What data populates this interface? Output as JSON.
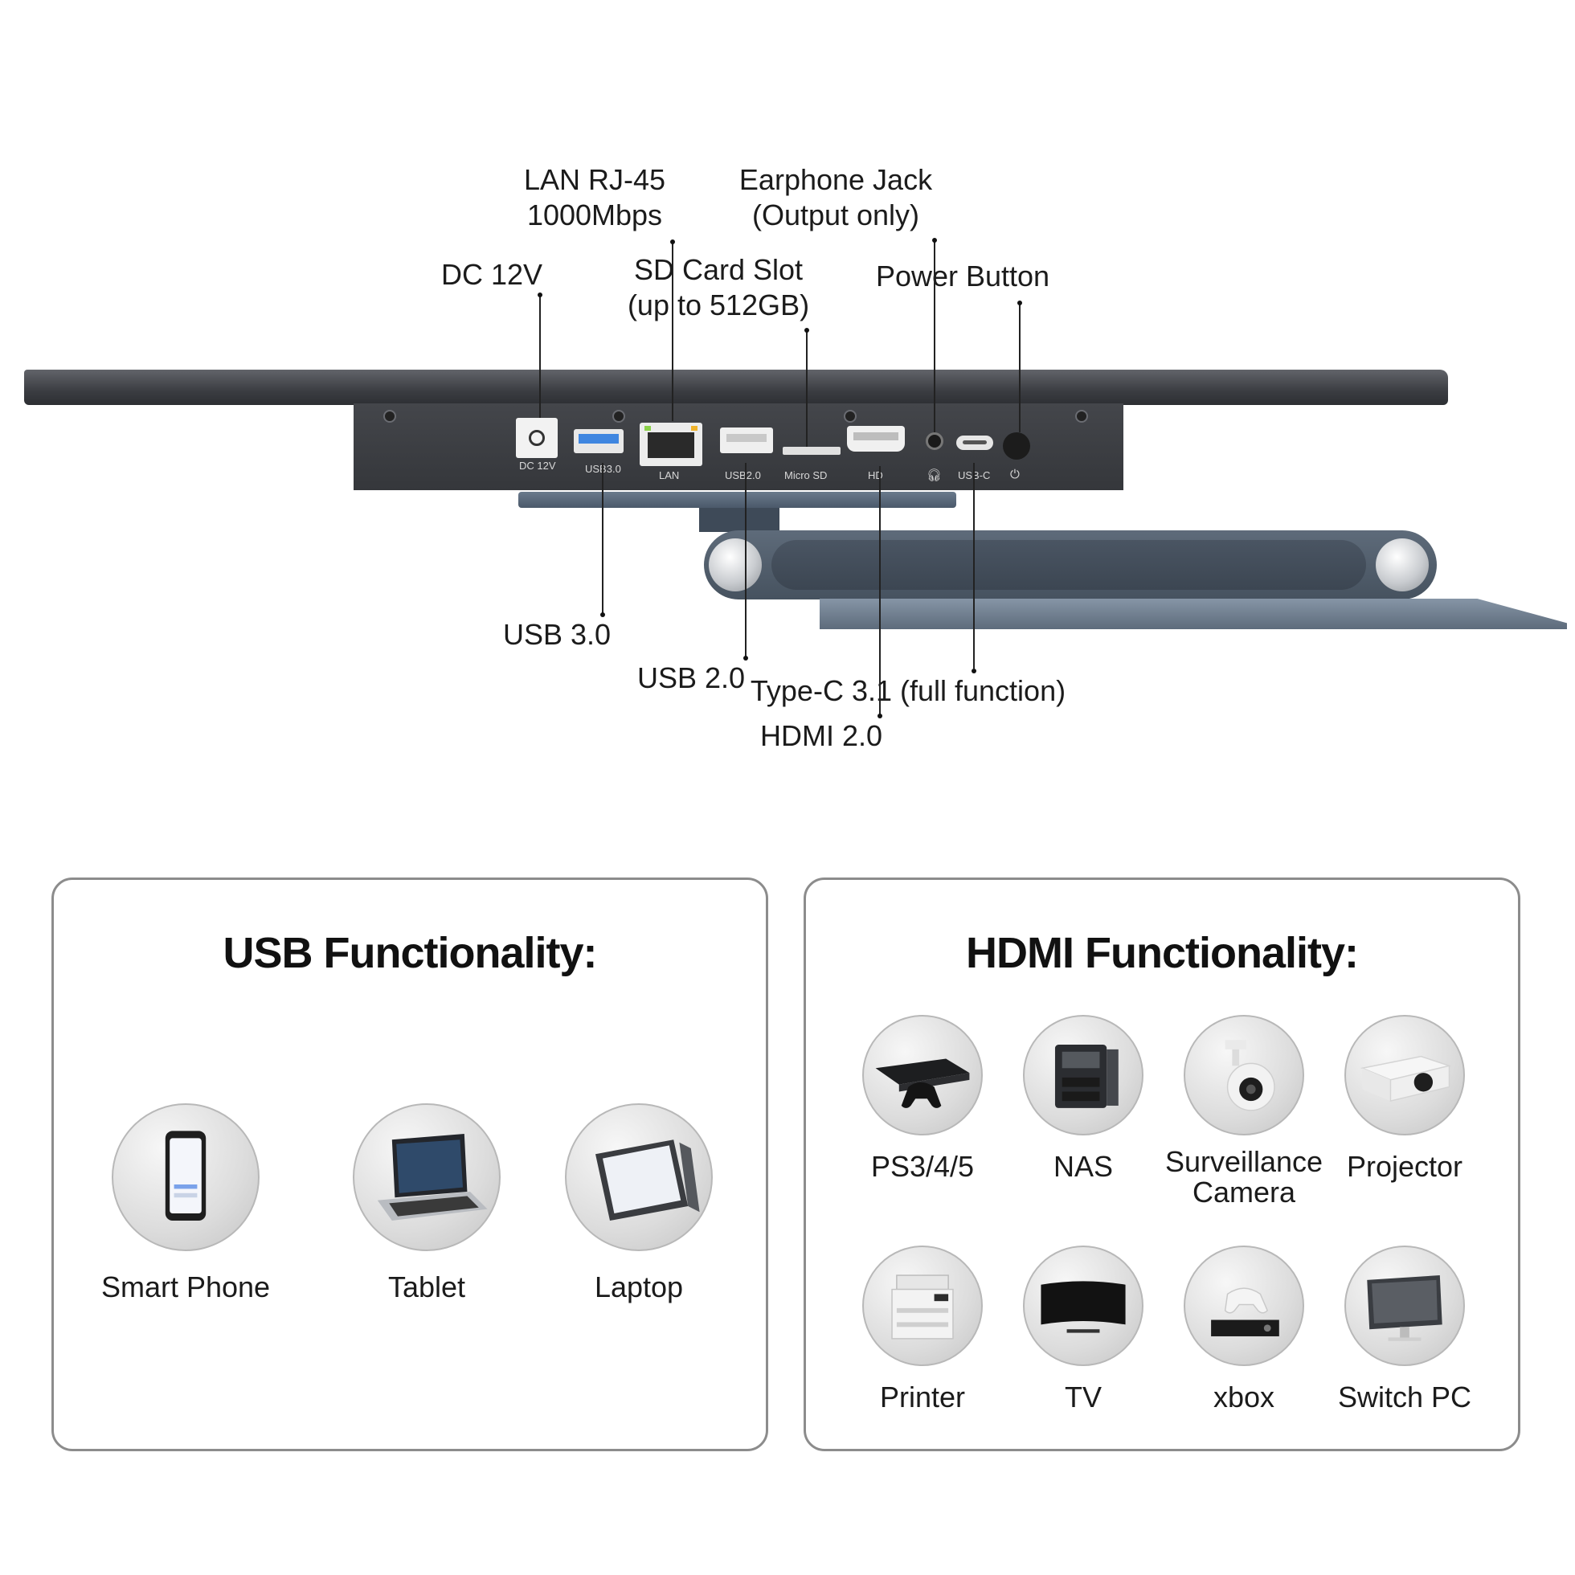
{
  "callouts": {
    "lan": "LAN RJ-45\n1000Mbps",
    "earphone": "Earphone Jack\n(Output only)",
    "dc": "DC 12V",
    "sd": "SD Card Slot\n(up to 512GB)",
    "power": "Power Button",
    "usb3": "USB 3.0",
    "usb2": "USB 2.0",
    "typec": "Type-C 3.1 (full function)",
    "hdmi": "HDMI 2.0"
  },
  "port_labels": {
    "dc": "DC 12V",
    "usb3": "USB3.0",
    "lan": "LAN",
    "usb2": "USB2.0",
    "microsd": "Micro SD",
    "hd": "HD",
    "usbc": "USB-C"
  },
  "usb_panel": {
    "title": "USB Functionality:",
    "items": [
      {
        "label": "Smart Phone",
        "icon": "smartphone-icon"
      },
      {
        "label": "Tablet",
        "icon": "laptop-icon"
      },
      {
        "label": "Laptop",
        "icon": "tablet-icon"
      }
    ]
  },
  "hdmi_panel": {
    "title": "HDMI Functionality:",
    "items": [
      {
        "label": "PS3/4/5",
        "icon": "game-console-icon"
      },
      {
        "label": "NAS",
        "icon": "nas-icon"
      },
      {
        "label": "Surveillance\nCamera",
        "icon": "camera-icon"
      },
      {
        "label": "Projector",
        "icon": "projector-icon"
      },
      {
        "label": "Printer",
        "icon": "printer-icon"
      },
      {
        "label": "TV",
        "icon": "tv-icon"
      },
      {
        "label": "xbox",
        "icon": "xbox-icon"
      },
      {
        "label": "Switch PC",
        "icon": "monitor-icon"
      }
    ]
  },
  "colors": {
    "panel_border": "#8c8c8c",
    "device_body": "#3b3d42",
    "stand": "#5e6b7a",
    "usb3_blue": "#3f86e0"
  }
}
